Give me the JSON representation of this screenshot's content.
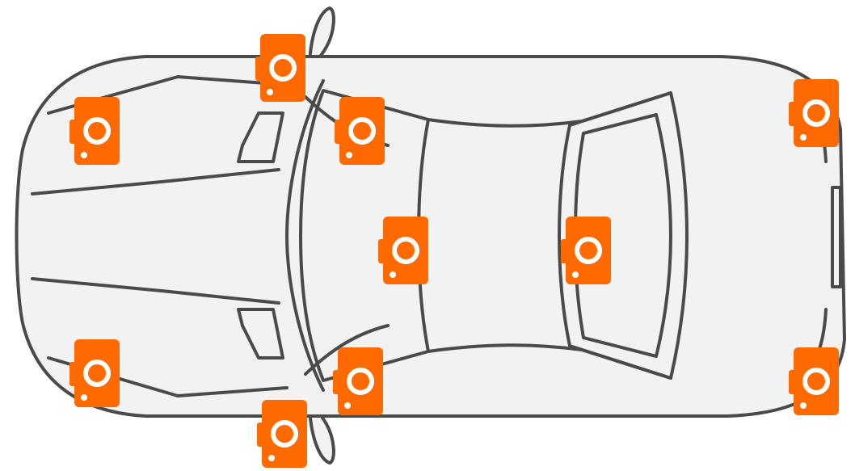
{
  "colors": {
    "camera_accent": "#FF6A00",
    "car_outline": "#4A4A4A",
    "car_fill": "#F2F2F2",
    "background": "#FFFFFF"
  },
  "car": {
    "icon": "car-top-view-icon",
    "view": "top-down"
  },
  "camera_points": [
    {
      "id": "mirror-left"
    },
    {
      "id": "front-left"
    },
    {
      "id": "windshield-left"
    },
    {
      "id": "roof-front"
    },
    {
      "id": "roof-rear"
    },
    {
      "id": "rear-left"
    },
    {
      "id": "front-right"
    },
    {
      "id": "windshield-right"
    },
    {
      "id": "mirror-right"
    },
    {
      "id": "rear-right"
    }
  ]
}
